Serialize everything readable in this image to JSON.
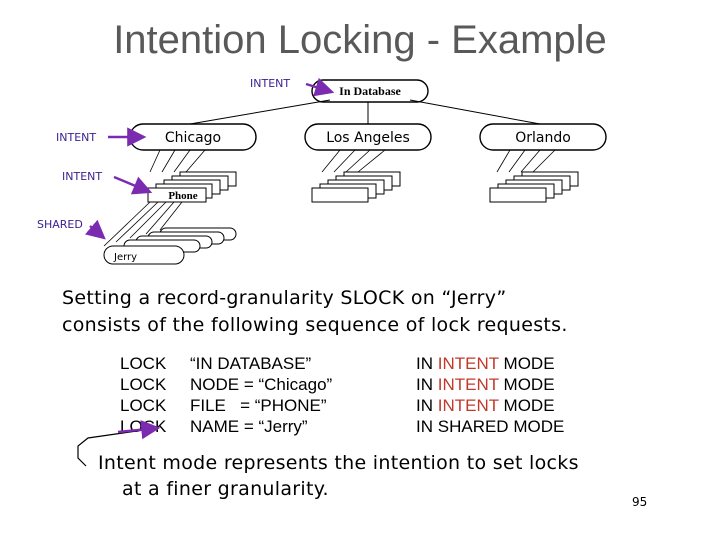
{
  "title": "Intention Locking - Example",
  "diagram": {
    "root_label": "In Database",
    "cities": [
      "Chicago",
      "Los Angeles",
      "Orlando"
    ],
    "file_label": "Phone",
    "record_label": "Jerry",
    "tags": {
      "root": "INTENT",
      "city": "INTENT",
      "file": "INTENT",
      "record": "SHARED"
    },
    "colors": {
      "tag": "#3a1f8f",
      "arrow": "#7b2bb0"
    }
  },
  "description": {
    "line1": "Setting a record-granularity SLOCK on “Jerry”",
    "line2": "consists of the following sequence of lock requests."
  },
  "requests": [
    {
      "op": "LOCK",
      "target": "“IN DATABASE”",
      "mode_prefix": "IN ",
      "mode_word": "INTENT",
      "mode_suffix": " MODE"
    },
    {
      "op": "LOCK",
      "target": "NODE = “Chicago”",
      "mode_prefix": "IN ",
      "mode_word": "INTENT",
      "mode_suffix": " MODE"
    },
    {
      "op": "LOCK",
      "target": "FILE   = “PHONE”",
      "mode_prefix": "IN ",
      "mode_word": "INTENT",
      "mode_suffix": " MODE"
    },
    {
      "op": "LOCK",
      "target": "NAME = “Jerry”",
      "mode_prefix": "IN ",
      "mode_word": "SHARED",
      "mode_suffix": " MODE"
    }
  ],
  "note": {
    "line1": "Intent mode represents the intention to set locks",
    "line2": "at a finer granularity."
  },
  "page_number": "95"
}
